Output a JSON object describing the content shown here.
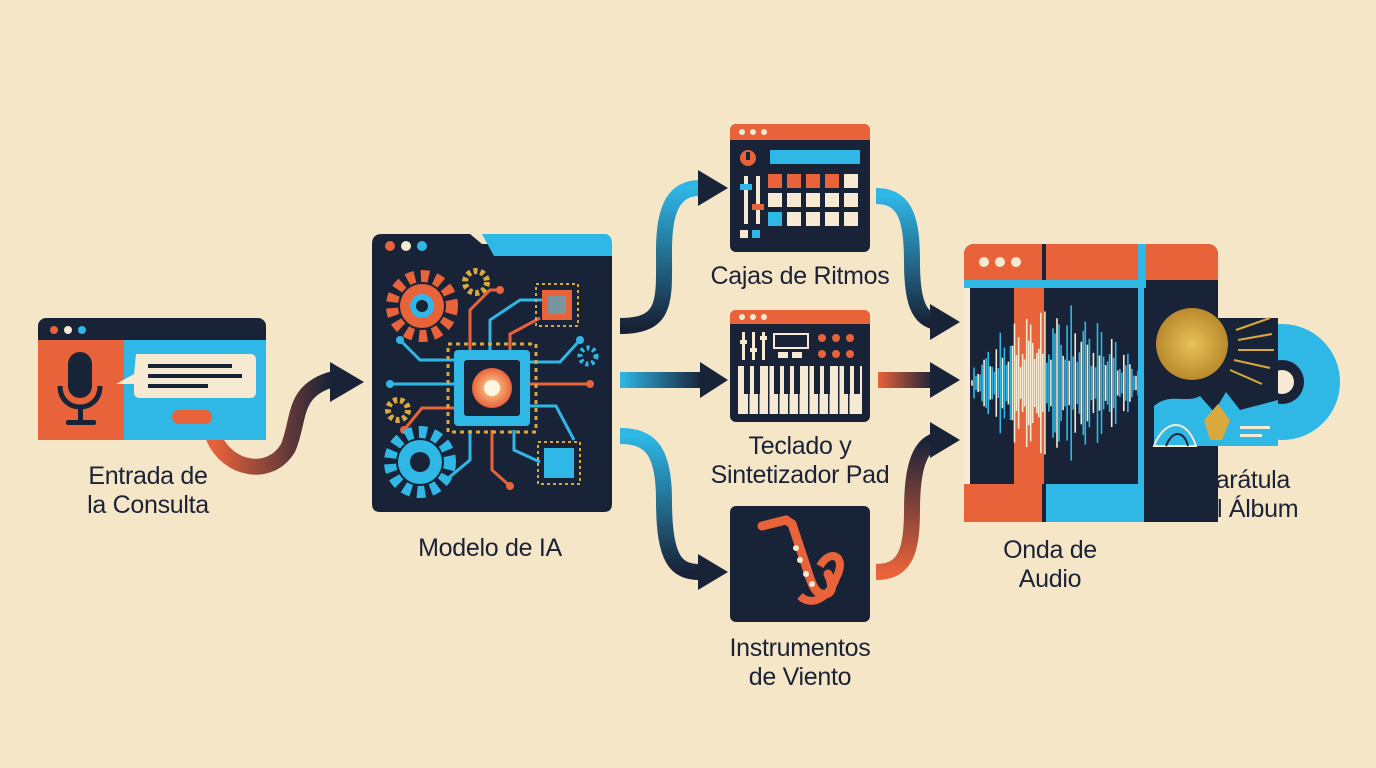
{
  "colors": {
    "background": "#f5e6c8",
    "navy": "#182338",
    "orange": "#e8623a",
    "cyan": "#2fb7e6",
    "cream": "#f6ead2",
    "gold": "#d9a93d"
  },
  "nodes": {
    "query_input": {
      "icon": "microphone-icon",
      "line1": "Entrada de",
      "line2": "la Consulta"
    },
    "ai_model": {
      "icon": "circuit-chip-icon",
      "line1": "Modelo de IA"
    },
    "drum_machine": {
      "icon": "drum-pad-icon",
      "line1": "Cajas de Ritmos"
    },
    "keyboard_synth": {
      "icon": "keyboard-synth-icon",
      "line1": "Teclado y",
      "line2": "Sintetizador Pad"
    },
    "wind_instruments": {
      "icon": "saxophone-icon",
      "line1": "Instrumentos",
      "line2": "de Viento"
    },
    "audio_wave": {
      "icon": "waveform-icon",
      "line1": "Onda de",
      "line2": "Audio"
    },
    "album_cover": {
      "icon": "vinyl-record-icon",
      "line1": "Carátula",
      "line2": "del Álbum"
    }
  }
}
